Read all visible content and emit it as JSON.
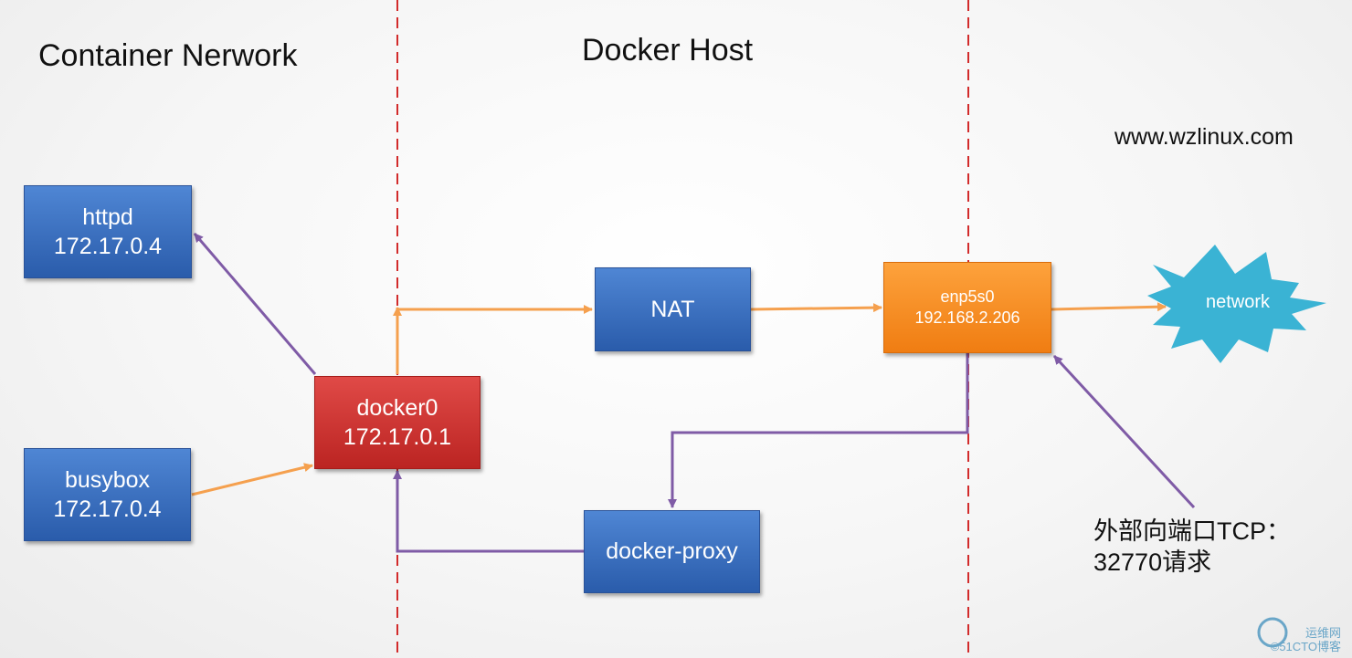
{
  "headings": {
    "container_network": "Container Nerwork",
    "docker_host": "Docker Host"
  },
  "site": "www.wzlinux.com",
  "nodes": {
    "httpd": {
      "name": "httpd",
      "ip": "172.17.0.4"
    },
    "busybox": {
      "name": "busybox",
      "ip": "172.17.0.4"
    },
    "docker0": {
      "name": "docker0",
      "ip": "172.17.0.1"
    },
    "nat": {
      "name": "NAT"
    },
    "enp5s0": {
      "name": "enp5s0",
      "ip": "192.168.2.206"
    },
    "docker_proxy": {
      "name": "docker-proxy"
    },
    "network": {
      "name": "network"
    }
  },
  "note": {
    "line1": "外部向端口TCP：",
    "line2": "32770请求"
  },
  "watermark": {
    "line1": "运维网",
    "line2": "©51CTO博客"
  },
  "colors": {
    "orange_arrow": "#f5a04e",
    "purple_arrow": "#7f5ba6",
    "divider": "#d22b2b",
    "box_blue": "#3a70c0",
    "box_red": "#cc3330",
    "box_orange": "#f7901e",
    "cloud": "#3ab3d4"
  }
}
